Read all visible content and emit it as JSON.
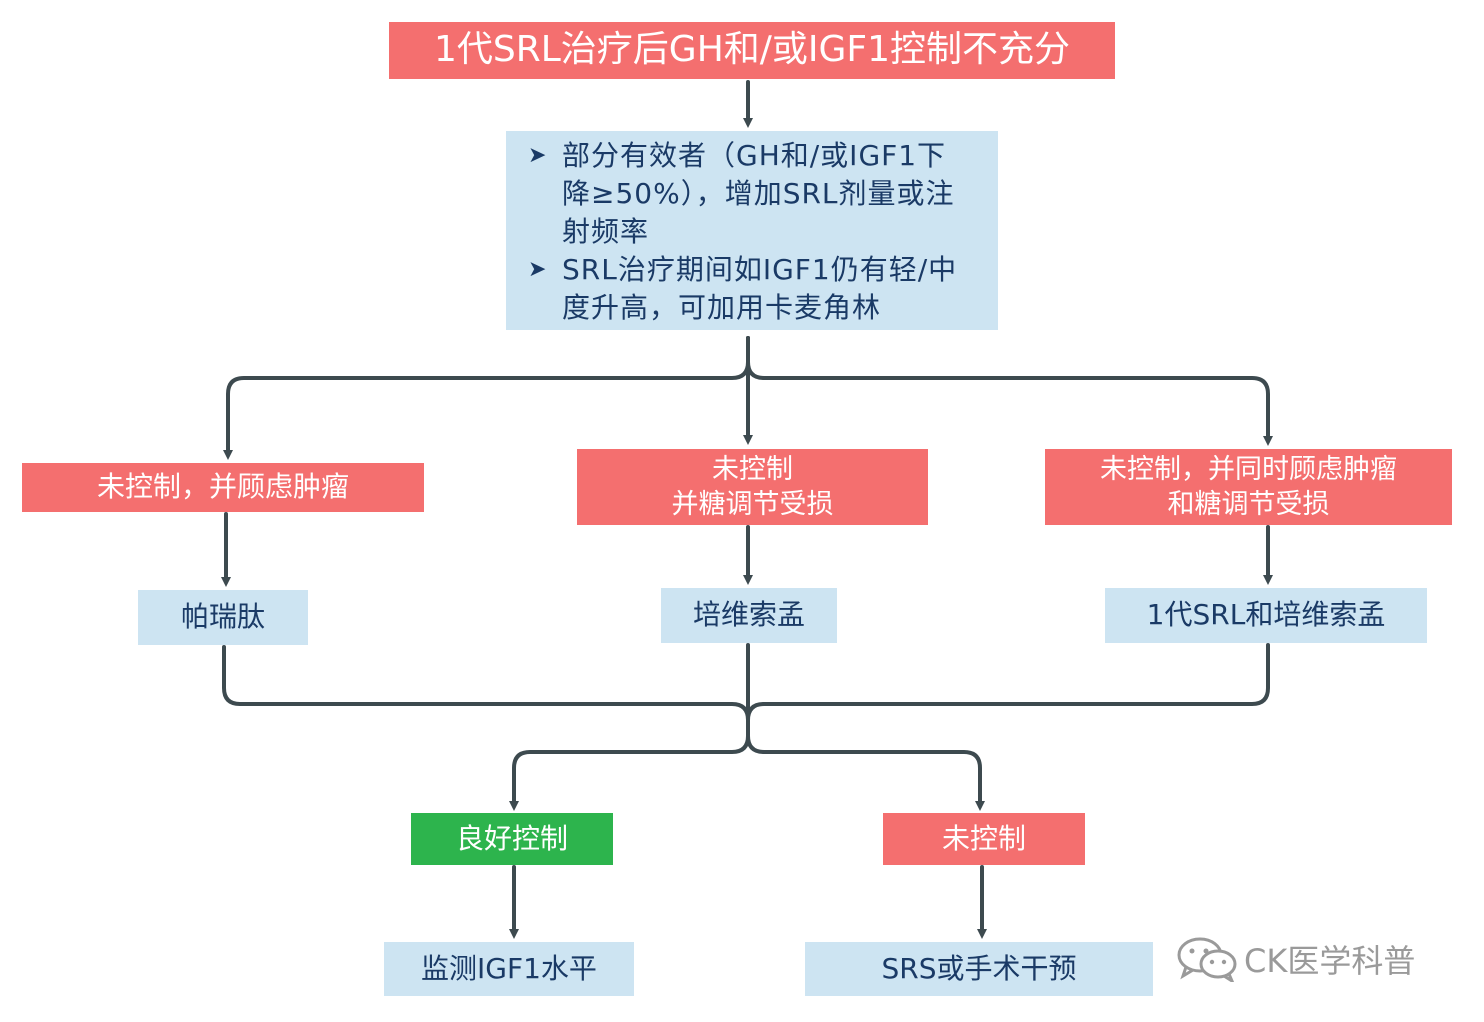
{
  "colors": {
    "red_box": "#f46f6f",
    "blue_box": "#cde4f2",
    "green_box": "#2db44d",
    "connector": "#3d4a4f",
    "blue_text": "#1a3a66"
  },
  "nodes": {
    "title": "1代SRL治疗后GH和/或IGF1控制不充分",
    "approach": {
      "bullet_icon": "arrow-bullet-icon",
      "items": [
        "部分有效者（GH和/或IGF1下\n降≥50%），增加SRL剂量或注\n射频率",
        "SRL治疗期间如IGF1仍有轻/中\n度升高，可加用卡麦角林"
      ]
    },
    "tumor_concern": "未控制，并顾虑肿瘤",
    "glucose_impaired": "未控制\n并糖调节受损",
    "both_concern": "未控制，并同时顾虑肿瘤\n和糖调节受损",
    "pasireotide": "帕瑞肽",
    "pegvisomant": "培维索孟",
    "combo": "1代SRL和培维索孟",
    "good_control": "良好控制",
    "uncontrolled": "未控制",
    "monitor": "监测IGF1水平",
    "srs_surgery": "SRS或手术干预"
  },
  "watermark": {
    "icon": "wechat-icon",
    "text": "CK医学科普"
  }
}
